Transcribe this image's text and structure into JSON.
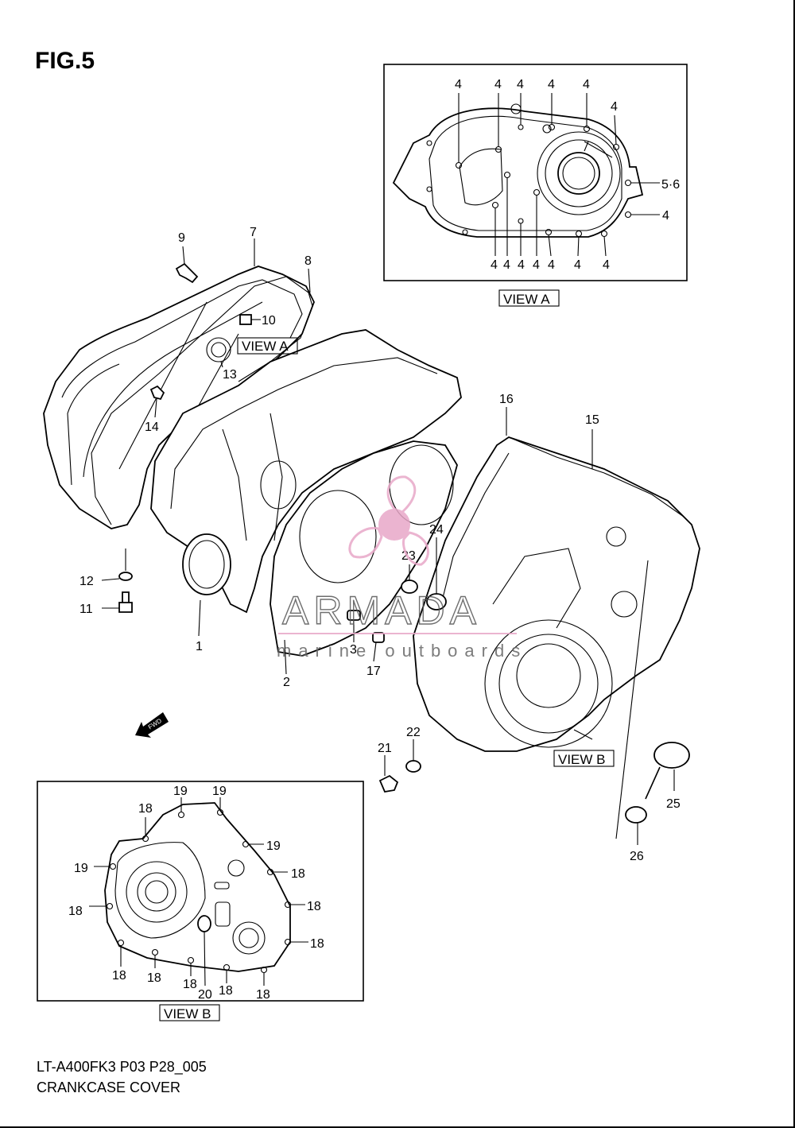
{
  "figure": {
    "title": "FIG.5",
    "code": "LT-A400FK3 P03 P28_005",
    "name": "CRANKCASE COVER"
  },
  "view_boxes": {
    "view_a_caption": "VIEW A",
    "view_b_caption": "VIEW B"
  },
  "main_labels": {
    "n1": "1",
    "n2": "2",
    "n3": "3",
    "n7": "7",
    "n8": "8",
    "n9": "9",
    "n10": "10",
    "n11": "11",
    "n12": "12",
    "n13": "13",
    "n14": "14",
    "n15": "15",
    "n16": "16",
    "n17": "17",
    "n21": "21",
    "n22": "22",
    "n23": "23",
    "n24": "24",
    "n25": "25",
    "n26": "26",
    "view_a_ref": "VIEW A",
    "view_b_ref": "VIEW B",
    "fwd": "FWD"
  },
  "view_a_labels": {
    "top": [
      "4",
      "4",
      "4",
      "4",
      "4",
      "4"
    ],
    "right": [
      "5·6",
      "4"
    ],
    "bottom": [
      "4",
      "4",
      "4",
      "4",
      "4",
      "4",
      "4"
    ]
  },
  "view_b_labels": {
    "n19": "19",
    "n18": "18",
    "n20": "20"
  },
  "watermark": {
    "brand": "ARMADA",
    "tagline": "marine outboards",
    "accent_color": "#e8a8c8"
  }
}
